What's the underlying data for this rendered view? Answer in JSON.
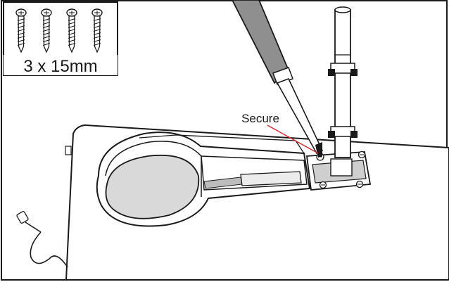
{
  "hardware": {
    "quantity_size_label": "3 x 15mm",
    "screw_count": 4
  },
  "callout": {
    "label": "Secure",
    "line_color": "#e0262b"
  },
  "colors": {
    "outline": "#1a1a1a",
    "basin_fill": "#d9d9d9",
    "tool_handle": "#8f8f8f"
  }
}
